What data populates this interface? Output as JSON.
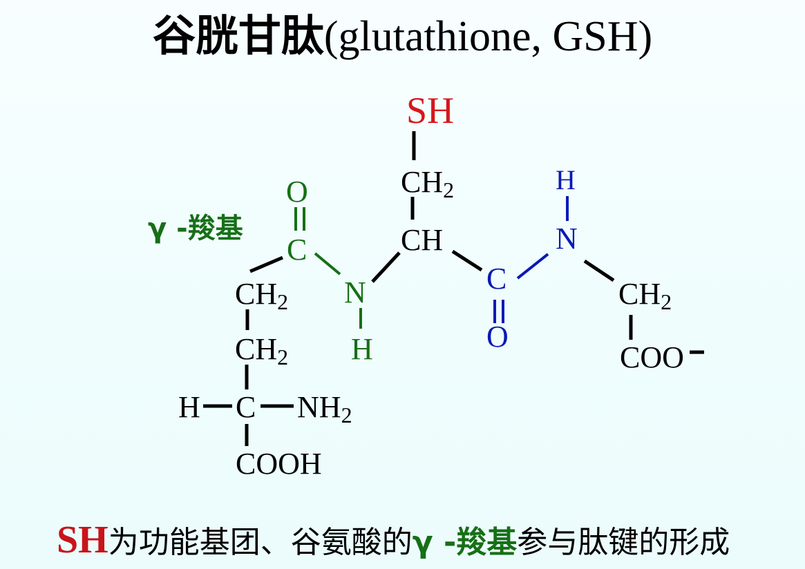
{
  "title": {
    "chinese": "谷胱甘肽",
    "english": "(glutathione, GSH)"
  },
  "colors": {
    "background": "#f0fdfd",
    "black": "#000000",
    "sh_red": "#d7161c",
    "gamma_green": "#176f17",
    "peptide_blue": "#0a1ab4"
  },
  "structure": {
    "gamma_label": "γ -羧基",
    "cysteine": {
      "sh": "SH",
      "ch2": "CH",
      "ch2_sub": "2",
      "ch": "CH"
    },
    "gamma_carbonyl": {
      "o": "O",
      "c": "C",
      "n": "N",
      "h": "H"
    },
    "peptide_bond": {
      "c": "C",
      "o": "O",
      "n": "N",
      "h": "H"
    },
    "glutamate": {
      "ch2_a": "CH",
      "ch2_a_sub": "2",
      "ch2_b": "CH",
      "ch2_b_sub": "2",
      "h": "H",
      "c": "C",
      "nh2": "NH",
      "nh2_sub": "2",
      "cooh": "COOH"
    },
    "glycine": {
      "ch2": "CH",
      "ch2_sub": "2",
      "coo": "COO",
      "charge": "−"
    }
  },
  "caption": {
    "sh": "SH",
    "part1": "为功能基团、谷氨酸的",
    "gamma": "γ -羧基",
    "part2": "参与肽键的形成"
  }
}
